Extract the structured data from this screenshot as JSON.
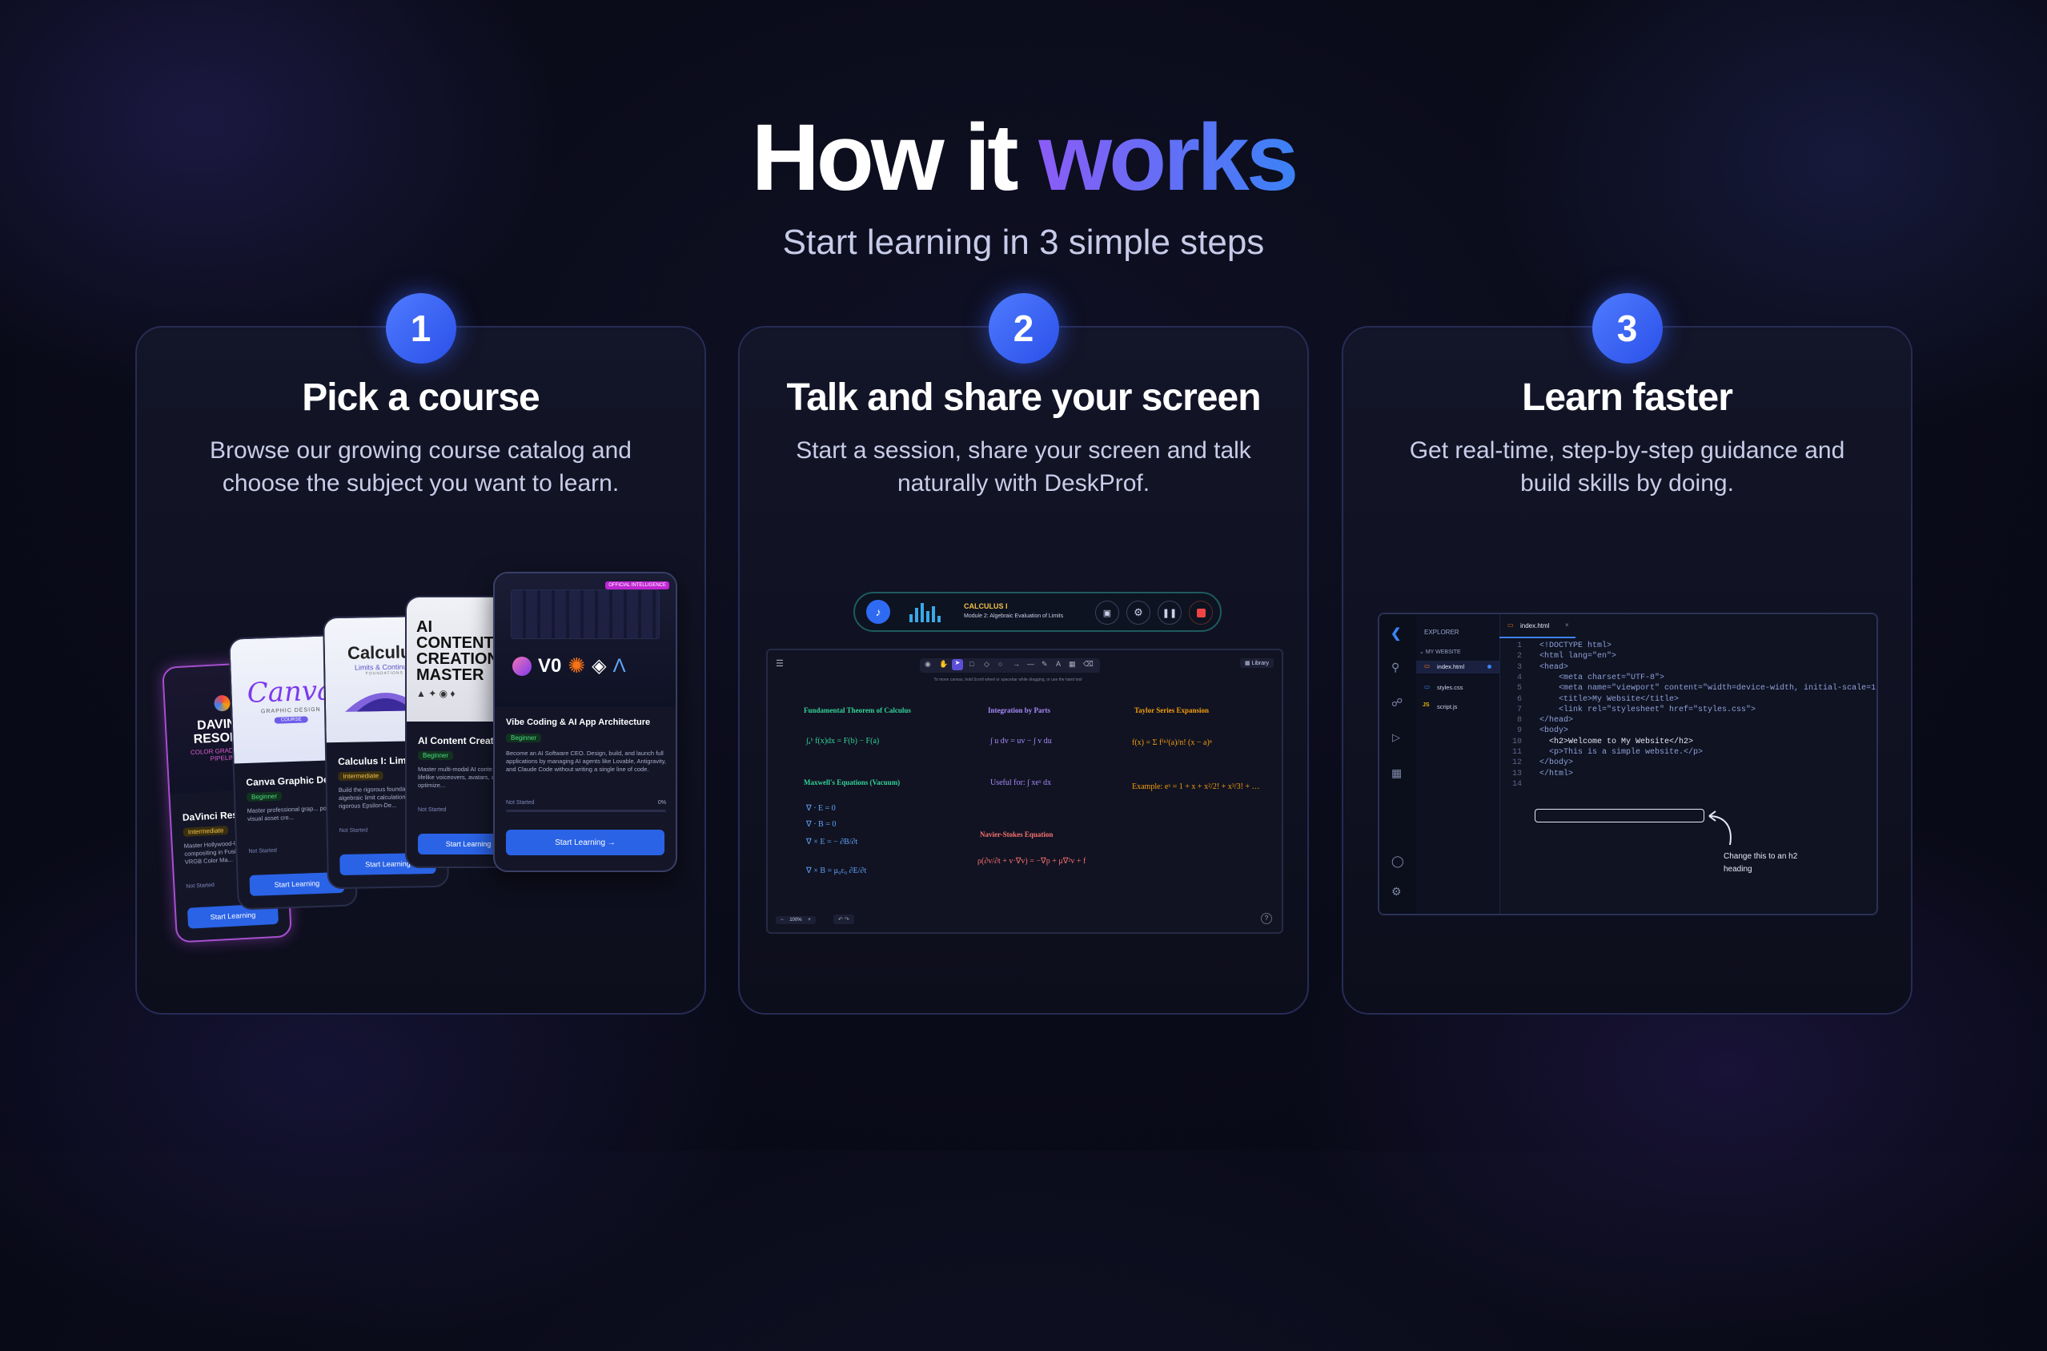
{
  "header": {
    "title_part1": "How it",
    "title_accent": "works",
    "subtitle": "Start learning in 3 simple steps"
  },
  "steps": [
    {
      "number": "1",
      "title": "Pick a course",
      "description": "Browse our growing course catalog and choose the subject you want to learn."
    },
    {
      "number": "2",
      "title": "Talk and share your screen",
      "description": "Start a session, share your screen and talk naturally with DeskProf."
    },
    {
      "number": "3",
      "title": "Learn faster",
      "description": "Get real-time, step-by-step guidance and build skills by doing."
    }
  ],
  "courses": [
    {
      "hero": "DAVINCI RESOLVE",
      "hero_sub": "COLOR GRADE & VFX PIPELINE",
      "name": "DaVinci Resolve",
      "level": "Intermediate",
      "body": "Master Hollywood-level compositing in Fusion, DaVinci VRGB Color Ma...",
      "status": "Not Started",
      "button": "Start Learning"
    },
    {
      "hero": "Canva",
      "hero_sub": "GRAPHIC DESIGN",
      "hero_tag": "COURSE",
      "name": "Canva Graphic De",
      "level": "Beginner",
      "body": "Master professional grap... powered visual asset cre...",
      "status": "Not Started",
      "button": "Start Learning"
    },
    {
      "hero": "Calculus",
      "hero_sub": "Limits & Continuity",
      "hero_tag": "FOUNDATIONS",
      "name": "Calculus I: Limits &",
      "level": "Intermediate",
      "body": "Build the rigorous foundati... algebraic limit calculations, and the rigorous Epsilon-De...",
      "status": "Not Started",
      "button": "Start Learning"
    },
    {
      "hero": "AI CONTENT CREATION MASTER",
      "name": "AI Content Creation",
      "level": "Beginner",
      "body": "Master multi-modal AI conte... videos, lifelike voiceovers, avatars, and SEO-optimize...",
      "status": "Not Started",
      "button": "Start Learning"
    },
    {
      "hero_tag": "OFFICIAL INTELLIGENCE",
      "hero_logo": "V0",
      "name": "Vibe Coding & AI App Architecture",
      "level": "Beginner",
      "body": "Become an AI Software CEO. Design, build, and launch full applications by managing AI agents like Lovable, Antigravity, and Claude Code without writing a single line of code.",
      "status": "Not Started",
      "progress": "0%",
      "button": "Start Learning →"
    }
  ],
  "session_bar": {
    "course": "CALCULUS I",
    "module": "Module 2: Algebraic Evaluation of Limits"
  },
  "whiteboard": {
    "hint": "To move canvas, hold Scroll wheel or spacebar while dragging, or use the hand tool",
    "library": "Library",
    "zoom": "100%",
    "sections": [
      {
        "title": "Fundamental Theorem of Calculus",
        "formula": "∫ₐᵇ f(x)dx = F(b) − F(a)"
      },
      {
        "title": "Integration by Parts",
        "formula": "∫ u dv = uv − ∫ v du"
      },
      {
        "title": "Taylor Series Expansion",
        "formula": "f(x) = Σ f⁽ⁿ⁾(a)/n! (x − a)ⁿ"
      },
      {
        "title": "Maxwell's Equations (Vacuum)",
        "formulas": [
          "∇ · E = 0",
          "∇ · B = 0",
          "∇ × E = − ∂B/∂t",
          "∇ × B = μ₀ε₀ ∂E/∂t"
        ]
      },
      {
        "title": "Useful for:",
        "formula": "∫ xeˣ dx"
      },
      {
        "title": "Example:",
        "formula": "eˣ = 1 + x + x²/2! + x³/3! + …"
      },
      {
        "title": "Navier-Stokes Equation",
        "formula": "ρ(∂v/∂t + v·∇v) = −∇p + μ∇²v + f"
      }
    ]
  },
  "ide": {
    "explorer_label": "EXPLORER",
    "folder": "MY WEBSITE",
    "files": [
      "index.html",
      "styles.css",
      "script.js"
    ],
    "tab": "index.html",
    "lines": [
      {
        "n": "1",
        "code": "<!DOCTYPE html>"
      },
      {
        "n": "2",
        "code": "<html lang=\"en\">"
      },
      {
        "n": "3",
        "code": "<head>"
      },
      {
        "n": "4",
        "code": "    <meta charset=\"UTF-8\">"
      },
      {
        "n": "5",
        "code": "    <meta name=\"viewport\" content=\"width=device-width, initial-scale=1.0\">"
      },
      {
        "n": "6",
        "code": "    <title>My Website</title>"
      },
      {
        "n": "7",
        "code": "    <link rel=\"stylesheet\" href=\"styles.css\">"
      },
      {
        "n": "8",
        "code": "</head>"
      },
      {
        "n": "9",
        "code": "<body>"
      },
      {
        "n": "10",
        "code": "  <h2>Welcome to My Website</h2>"
      },
      {
        "n": "11",
        "code": "  <p>This is a simple website.</p>"
      },
      {
        "n": "12",
        "code": "</body>"
      },
      {
        "n": "13",
        "code": "</html>"
      },
      {
        "n": "14",
        "code": ""
      }
    ],
    "annotation": "Change this to an h2 heading",
    "colors": {
      "accent": "#3b82f6",
      "tag": "#5b8def",
      "attr": "#e5c07b"
    }
  },
  "colors": {
    "accent_start": "#8b5cf6",
    "accent_end": "#3b82f6",
    "badge": "#3b6cf2"
  }
}
